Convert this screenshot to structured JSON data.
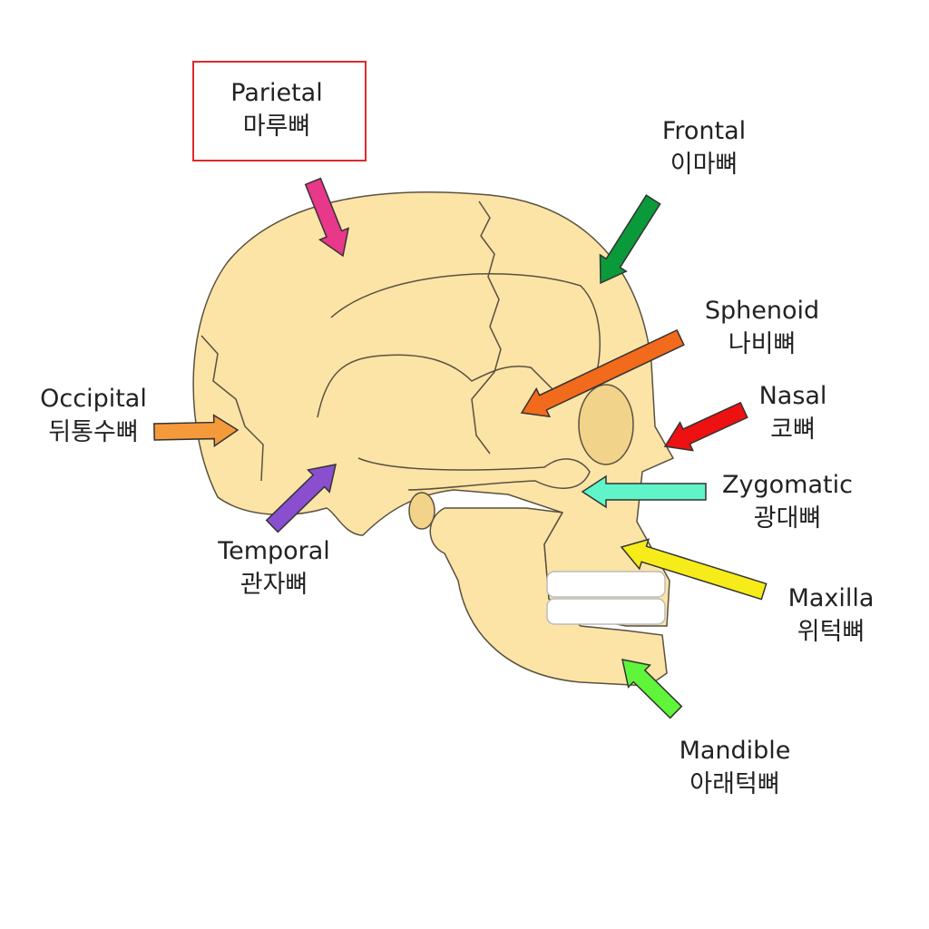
{
  "labels": {
    "parietal": {
      "en": "Parietal",
      "ko": "마루뼈",
      "color": "#e8388a",
      "highlighted": true
    },
    "frontal": {
      "en": "Frontal",
      "ko": "이마뼈",
      "color": "#0a9a3a"
    },
    "sphenoid": {
      "en": "Sphenoid",
      "ko": "나비뼈",
      "color": "#f26a1b"
    },
    "nasal": {
      "en": "Nasal",
      "ko": "코뼈",
      "color": "#ee1111"
    },
    "zygomatic": {
      "en": "Zygomatic",
      "ko": "광대뼈",
      "color": "#5ff5c8"
    },
    "maxilla": {
      "en": "Maxilla",
      "ko": "위턱뼈",
      "color": "#f5ec1a"
    },
    "mandible": {
      "en": "Mandible",
      "ko": "아래턱뼈",
      "color": "#5ef53a"
    },
    "occipital": {
      "en": "Occipital",
      "ko": "뒤통수뼈",
      "color": "#f59a3a"
    },
    "temporal": {
      "en": "Temporal",
      "ko": "관자뼈",
      "color": "#8a4fcf"
    }
  },
  "colors": {
    "bone": "#fbe4a6",
    "outline": "#5a5040",
    "highlight_box": "#e02a2a"
  }
}
